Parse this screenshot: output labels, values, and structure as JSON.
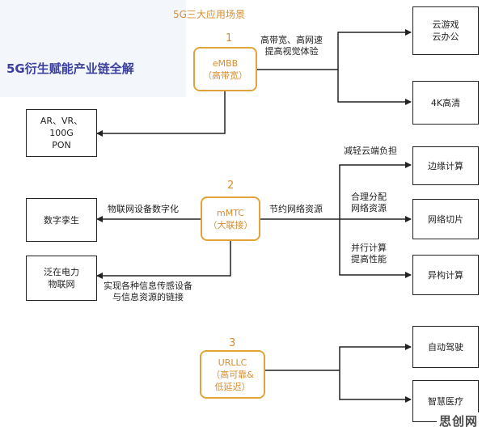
{
  "header": "5G三大应用场景",
  "page_title": "5G衍生赋能产业链全解",
  "scenarios": [
    {
      "number": "1",
      "label": "eMBB\n（高带宽）"
    },
    {
      "number": "2",
      "label": "mMTC\n（大联接）"
    },
    {
      "number": "3",
      "label": "URLLC\n（高可靠&\n低延迟）"
    }
  ],
  "left_boxes": [
    "AR、VR、\n100G\nPON",
    "数字孪生",
    "泛在电力\n物联网"
  ],
  "right_boxes": [
    "云游戏\n云办公",
    "4K高清",
    "边缘计算",
    "网络切片",
    "异构计算",
    "自动驾驶",
    "智慧医疗"
  ],
  "labels": {
    "embb_right": "高带宽、高网速\n提高视觉体验",
    "mmtc_left_top": "物联网设备数字化",
    "mmtc_left_bottom": "实现各种信息传感设备\n与信息资源的链接",
    "mmtc_right": "节约网络资源",
    "edge": "减轻云端负担",
    "slice": "合理分配\n网络资源",
    "hetero": "并行计算\n提高性能"
  },
  "watermark": "思创网",
  "colors": {
    "accent": "#d98d2e",
    "title": "#3a3fa0",
    "line": "#222222"
  }
}
